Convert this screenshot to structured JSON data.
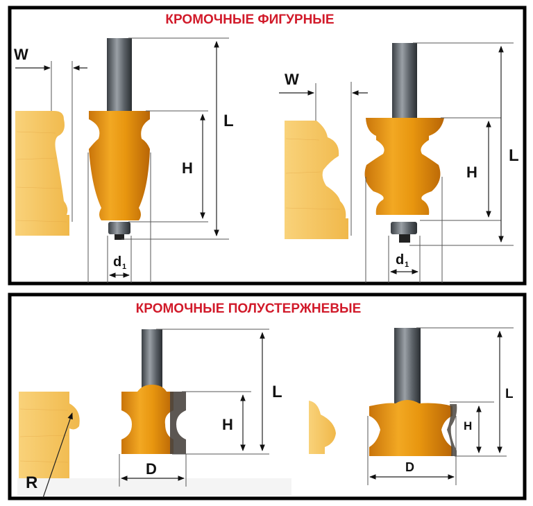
{
  "top_panel": {
    "title": "КРОМОЧНЫЕ ФИГУРНЫЕ",
    "left": {
      "w": "W",
      "l": "L",
      "h": "H",
      "d_main": "d",
      "d_sub": "1"
    },
    "right": {
      "w": "W",
      "l": "L",
      "h": "H",
      "d_main": "d",
      "d_sub": "1"
    }
  },
  "bottom_panel": {
    "title": "КРОМОЧНЫЕ ПОЛУСТЕРЖНЕВЫЕ",
    "left": {
      "r": "R",
      "l": "L",
      "h": "H",
      "d": "D"
    },
    "right": {
      "l": "L",
      "h": "H",
      "d": "D"
    }
  },
  "colors": {
    "title": "#d11a2a",
    "frame": "#000000",
    "cutter": "#e8960f",
    "wood": "#f6c45a"
  }
}
